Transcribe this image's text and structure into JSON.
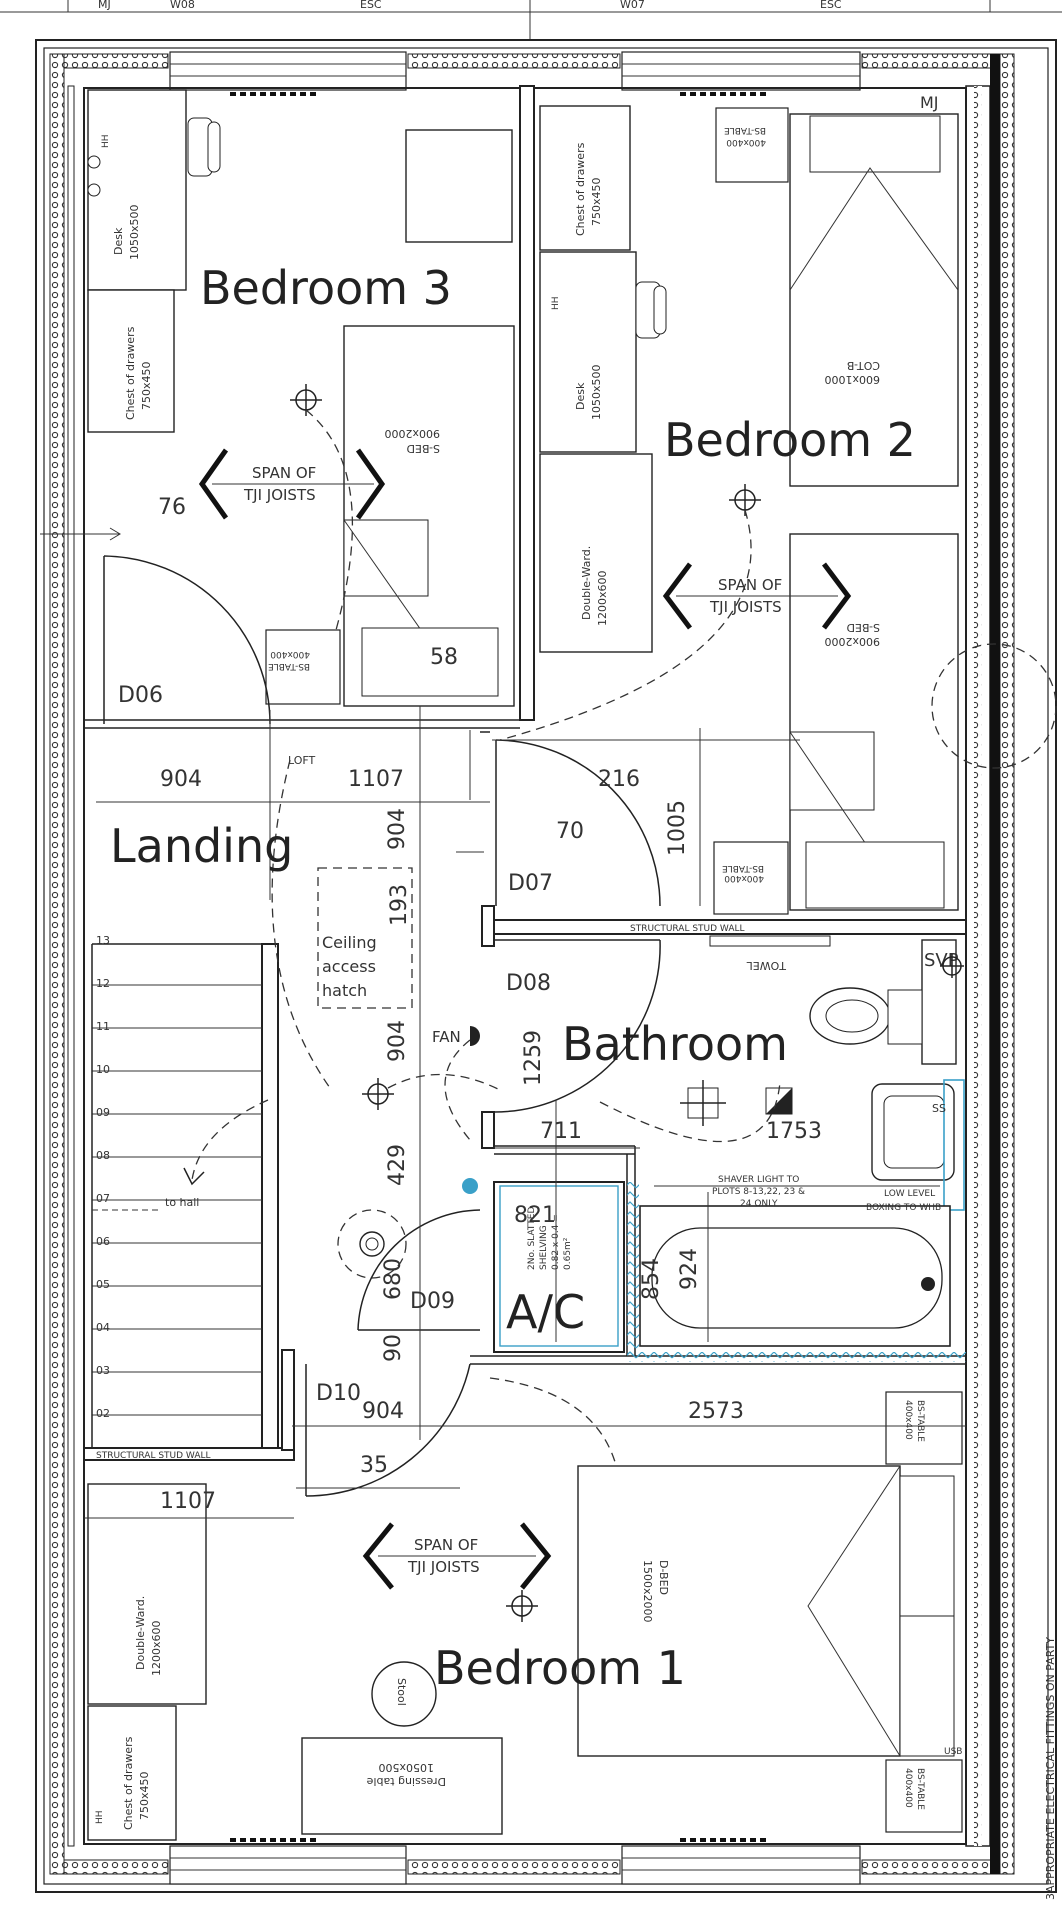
{
  "rooms": {
    "bedroom3": "Bedroom 3",
    "bedroom2": "Bedroom 2",
    "landing": "Landing",
    "bathroom": "Bathroom",
    "ac": "A/C",
    "bedroom1": "Bedroom 1"
  },
  "dimensions": {
    "d76": "76",
    "d58": "58",
    "d904a": "904",
    "d1107a": "1107",
    "d904b": "904",
    "d216": "216",
    "d70": "70",
    "d1005": "1005",
    "d193": "193",
    "d904c": "904",
    "d1259": "1259",
    "d711": "711",
    "d1753": "1753",
    "d429": "429",
    "d821": "821",
    "d854": "854",
    "d924": "924",
    "d680": "680",
    "d90": "90",
    "d904d": "904",
    "d2573": "2573",
    "d35": "35",
    "d1107b": "1107"
  },
  "doors": {
    "d06": "D06",
    "d07": "D07",
    "d08": "D08",
    "d09": "D09",
    "d10": "D10"
  },
  "span_label_1": "SPAN OF",
  "span_label_2": "TJI JOISTS",
  "furniture": {
    "desk": "Desk",
    "desk_size": "1050x500",
    "chest": "Chest of drawers",
    "chest_size": "750x450",
    "sbed": "S-BED",
    "sbed_size": "900x2000",
    "bstable": "BS-TABLE",
    "bstable_size": "400x400",
    "cotb": "COT-B",
    "cotb_size": "600x1000",
    "dwardrobe": "Double-Ward.",
    "dwardrobe_size": "1200x600",
    "dbed": "D-BED",
    "dbed_size": "1500x2000",
    "stool": "Stool",
    "dressing": "Dressing table",
    "dressing_size": "1050x500"
  },
  "labels": {
    "hh": "HH",
    "ceiling1": "Ceiling",
    "ceiling2": "access",
    "ceiling3": "hatch",
    "loft": "LOFT",
    "fan": "FAN",
    "svp": "SVP",
    "towel": "TOWEL",
    "ss": "SS",
    "structural_wall": "STRUCTURAL STUD WALL",
    "to_hall": "to hall",
    "shaver1": "SHAVER LIGHT TO",
    "shaver2": "PLOTS 8-13,22, 23 &",
    "shaver3": "24 ONLY",
    "lowlevel1": "LOW LEVEL",
    "lowlevel2": "BOXING TO WHB",
    "shelving1": "2No. SLATTED",
    "shelving2": "SHELVING",
    "shelving3": "0.82 x 0.4 =",
    "shelving4": "0.65m²",
    "usb": "USB",
    "mj1": "MJ",
    "mj2": "MJ",
    "top_w08": "W08",
    "top_w07": "W07",
    "top_esc1": "ESC",
    "top_esc2": "ESC",
    "party_note": "3APPROPRIATE ELECTRICAL FITTINGS ON PARTY"
  },
  "stairs": [
    "13",
    "12",
    "11",
    "10",
    "09",
    "08",
    "07",
    "06",
    "05",
    "04",
    "03",
    "02"
  ]
}
